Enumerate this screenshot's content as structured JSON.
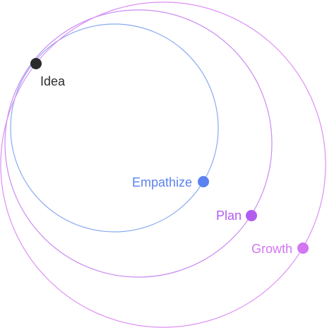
{
  "diagram": {
    "stages": [
      {
        "id": "idea",
        "label": "Idea",
        "color": "#2b2b2b"
      },
      {
        "id": "empathize",
        "label": "Empathize",
        "color": "#5b82f0"
      },
      {
        "id": "plan",
        "label": "Plan",
        "color": "#b25cf0"
      },
      {
        "id": "growth",
        "label": "Growth",
        "color": "#d276f2"
      }
    ],
    "ring_colors": [
      "#8aaaf0",
      "#c98bf0",
      "#dd8ef5"
    ]
  }
}
